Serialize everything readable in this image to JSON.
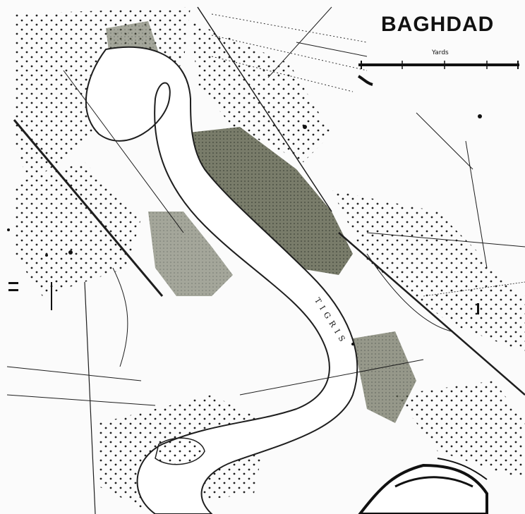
{
  "map": {
    "title": "BAGHDAD",
    "river_label": "TIGRIS",
    "scale_label": "Yards",
    "colors": {
      "ink": "#1e1e1e",
      "city": "#5a5f4a",
      "river": "#ffffff",
      "paper": "#fbfbfb"
    }
  }
}
